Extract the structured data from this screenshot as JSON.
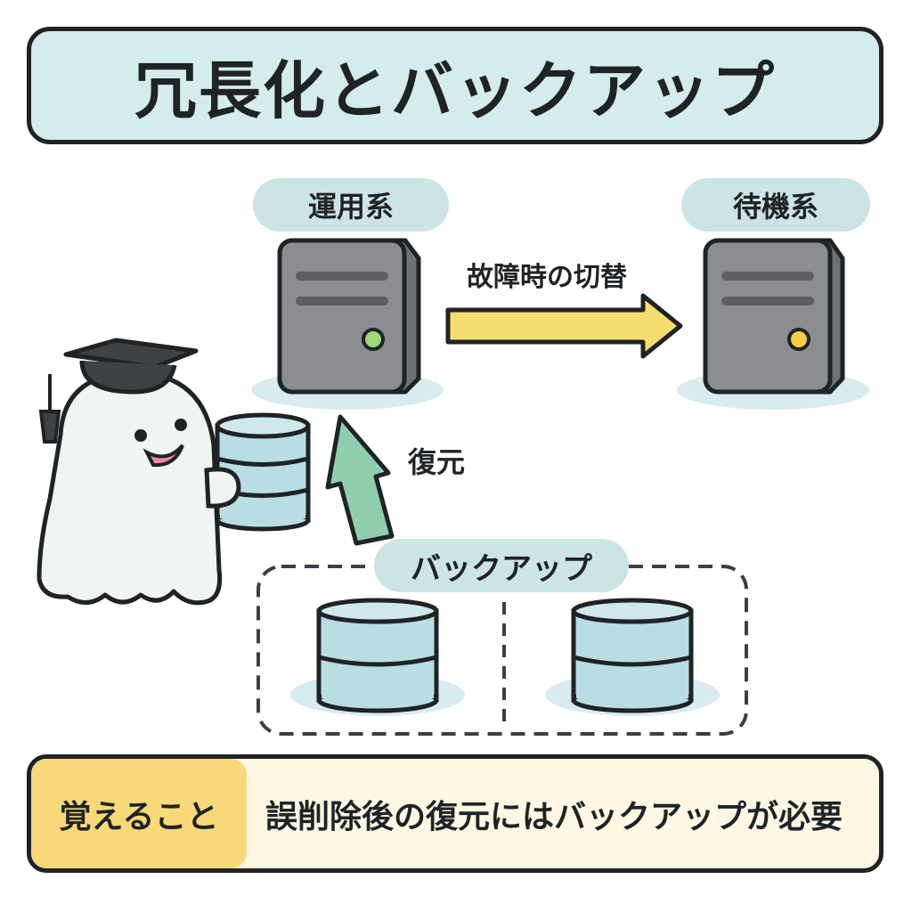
{
  "title": "冗長化とバックアップ",
  "primary": {
    "label": "運用系",
    "led_color": "#9fd87a"
  },
  "standby": {
    "label": "待機系",
    "led_color": "#f2cf45"
  },
  "failover_label": "故障時の切替",
  "restore_label": "復元",
  "backup_label": "バックアップ",
  "note": {
    "tag": "覚えること",
    "text": "誤削除後の復元にはバックアップが必要"
  },
  "colors": {
    "title_bg": "#d4eceb",
    "pill_bg": "#cde4e6",
    "failover_arrow": "#f7dd6e",
    "restore_arrow": "#8fcfae",
    "server_body": "#8b8d90",
    "database": "#b9dde3",
    "note_bg": "#fdf7e4",
    "note_tag_bg": "#f7d97a"
  }
}
